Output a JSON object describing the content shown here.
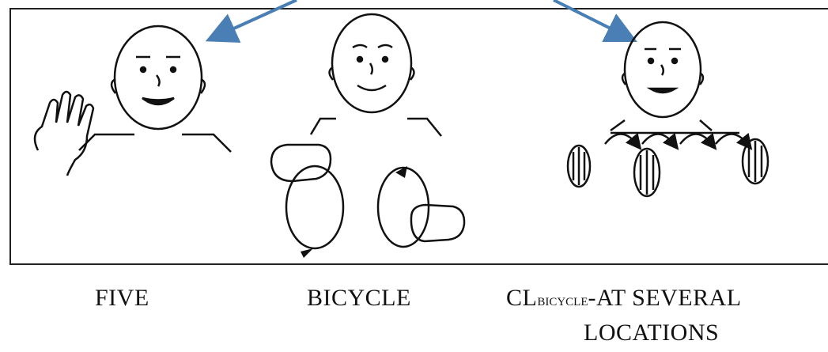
{
  "captions": {
    "five": "FIVE",
    "bicycle": "BICYCLE",
    "classifier_prefix": "CL",
    "classifier_subscript": "BICYCLE",
    "classifier_suffix": "-AT SEVERAL",
    "classifier_line2": "LOCATIONS"
  },
  "colors": {
    "arrow": "#4a7fb5",
    "ink": "#111111"
  }
}
